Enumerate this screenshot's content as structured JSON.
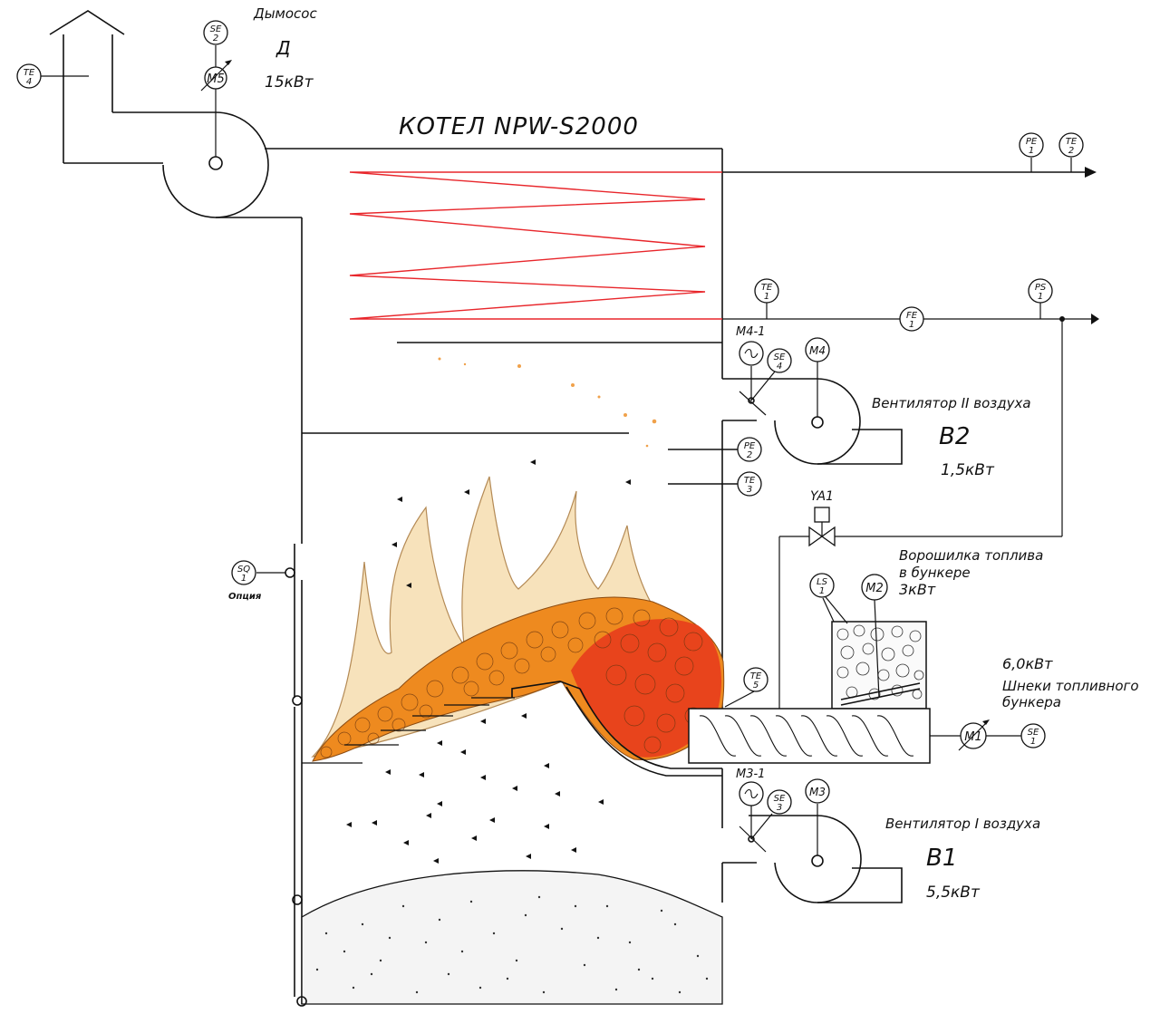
{
  "title": "КОТЕЛ NPW-S2000",
  "smoke_exhauster": {
    "label": "Дымосос",
    "code": "Д",
    "power": "15кВт",
    "motor": "M5"
  },
  "fan2": {
    "label": "Вентилятор II воздуха",
    "code": "B2",
    "power": "1,5кВт",
    "motor": "M4",
    "drive": "M4-1"
  },
  "fan1": {
    "label": "Вентилятор I воздуха",
    "code": "B1",
    "power": "5,5кВт",
    "motor": "M3",
    "drive": "M3-1"
  },
  "agitator": {
    "label_line1": "Ворошилка топлива",
    "label_line2": "в бункере",
    "power": "3кВт",
    "motor": "M2"
  },
  "augers": {
    "power": "6,0кВт",
    "label_line1": "Шнеки топливного",
    "label_line2": "бункера",
    "motor": "M1"
  },
  "valve": {
    "label": "YA1"
  },
  "option_label": "Опция",
  "instruments": [
    {
      "id": "te4",
      "top": "TE",
      "bottom": "4"
    },
    {
      "id": "se2",
      "top": "SE",
      "bottom": "2"
    },
    {
      "id": "pe1",
      "top": "PE",
      "bottom": "1"
    },
    {
      "id": "te2",
      "top": "TE",
      "bottom": "2"
    },
    {
      "id": "te1",
      "top": "TE",
      "bottom": "1"
    },
    {
      "id": "fe1",
      "top": "FE",
      "bottom": "1"
    },
    {
      "id": "ps1",
      "top": "PS",
      "bottom": "1"
    },
    {
      "id": "se4",
      "top": "SE",
      "bottom": "4"
    },
    {
      "id": "pe2",
      "top": "PE",
      "bottom": "2"
    },
    {
      "id": "te3",
      "top": "TE",
      "bottom": "3"
    },
    {
      "id": "sq1",
      "top": "SQ",
      "bottom": "1"
    },
    {
      "id": "ls1",
      "top": "LS",
      "bottom": "1"
    },
    {
      "id": "te5",
      "top": "TE",
      "bottom": "5"
    },
    {
      "id": "se1",
      "top": "SE",
      "bottom": "1"
    },
    {
      "id": "se3",
      "top": "SE",
      "bottom": "3"
    }
  ],
  "colors": {
    "coil": "#e8262b",
    "flame": "#f7e2bb",
    "fuel_orange": "#ee8a1f",
    "fuel_red": "#e8441c",
    "ash": "#f4f4f4"
  }
}
